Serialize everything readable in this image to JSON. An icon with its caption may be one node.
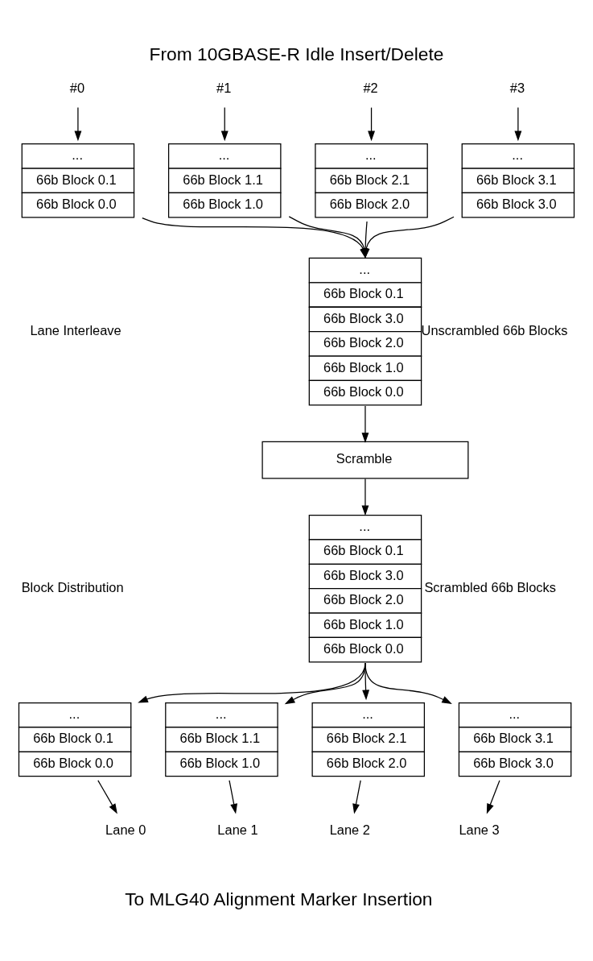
{
  "diagram": {
    "title": "From 10GBASE-R Idle Insert/Delete",
    "caption": "To MLG40 Alignment Marker Insertion",
    "nodes": [
      {
        "text": [
          "#0"
        ]
      },
      {
        "text": [
          "#1"
        ]
      },
      {
        "text": [
          "#2"
        ]
      },
      {
        "text": [
          "#3"
        ]
      },
      {
        "text": [
          "...",
          "66b Block 0.1",
          "66b Block 0.0"
        ]
      },
      {
        "text": [
          "...",
          "66b Block 1.1",
          "66b Block 1.0"
        ]
      },
      {
        "text": [
          "...",
          "66b Block 2.1",
          "66b Block 2.0"
        ]
      },
      {
        "text": [
          "...",
          "66b Block 3.1",
          "66b Block 3.0"
        ]
      },
      {
        "text": [
          "...",
          "66b Block 0.1",
          "66b Block 3.0",
          "66b Block 2.0",
          "66b Block 1.0",
          "66b Block 0.0"
        ],
        "beside": [
          "Unscrambled 66b Blocks"
        ]
      },
      {
        "text": [
          "Scramble"
        ]
      },
      {
        "text": [
          "...",
          "66b Block 0.1",
          "66b Block 3.0",
          "66b Block 2.0",
          "66b Block 1.0",
          "66b Block 0.0"
        ],
        "beside": [
          "Scrambled 66b Blocks"
        ]
      },
      {
        "text": [
          "...",
          "66b Block 0.1",
          "66b Block 0.0"
        ]
      },
      {
        "text": [
          "...",
          "66b Block 1.1",
          "66b Block 1.0"
        ]
      },
      {
        "text": [
          "...",
          "66b Block 2.1",
          "66b Block 2.0"
        ]
      },
      {
        "text": [
          "...",
          "66b Block 3.1",
          "66b Block 3.0"
        ]
      },
      {
        "text": [
          "Lane 0"
        ]
      },
      {
        "text": [
          "Lane 1"
        ]
      },
      {
        "text": [
          "Lane 2"
        ]
      },
      {
        "text": [
          "Lane 3"
        ]
      }
    ],
    "edges": [
      {
        "from": 0,
        "to": 4,
        "arrow": "to"
      },
      {
        "from": 1,
        "to": 5,
        "arrow": "to"
      },
      {
        "from": 2,
        "to": 6,
        "arrow": "to"
      },
      {
        "from": 3,
        "to": 7,
        "arrow": "to"
      },
      {
        "from": 4,
        "to": 8,
        "arrow": "to"
      },
      {
        "from": 5,
        "to": 8,
        "arrow": "to"
      },
      {
        "from": 6,
        "to": 8,
        "arrow": "to"
      },
      {
        "from": 7,
        "to": 8,
        "arrow": "to"
      },
      {
        "from": 8,
        "to": 9,
        "arrow": "to"
      },
      {
        "from": 9,
        "to": 10,
        "arrow": "to"
      },
      {
        "from": 10,
        "to": 11,
        "arrow": "to"
      },
      {
        "from": 10,
        "to": 12,
        "arrow": "to"
      },
      {
        "from": 10,
        "to": 13,
        "arrow": "to"
      },
      {
        "from": 10,
        "to": 14,
        "arrow": "to"
      },
      {
        "from": 11,
        "to": 15,
        "arrow": "to"
      },
      {
        "from": 12,
        "to": 16,
        "arrow": "to"
      },
      {
        "from": 13,
        "to": 17,
        "arrow": "to"
      },
      {
        "from": 14,
        "to": 18,
        "arrow": "to"
      }
    ],
    "labels": [
      "Lane Interleave",
      "Block Distribution"
    ]
  }
}
